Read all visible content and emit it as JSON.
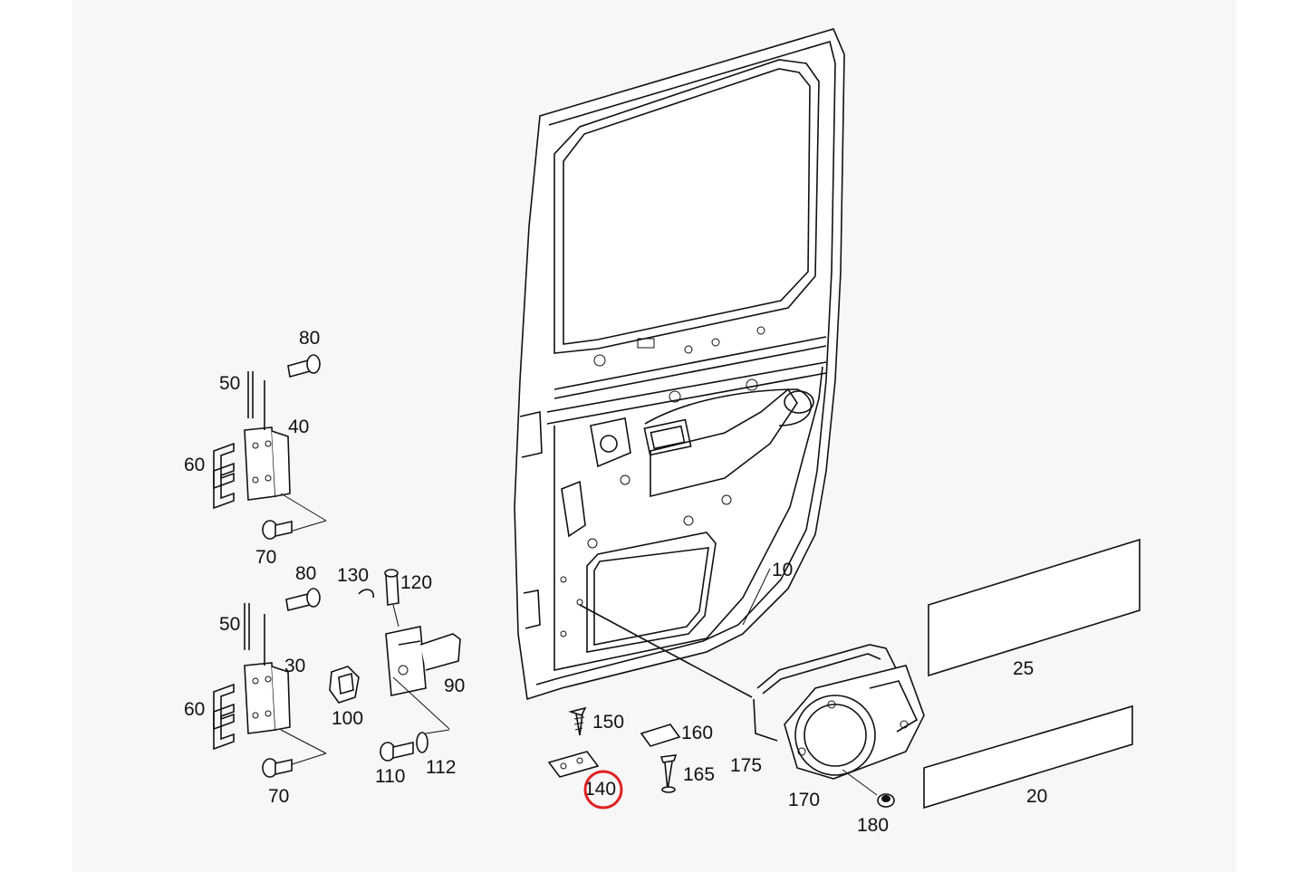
{
  "diagram": {
    "labels": {
      "p10": "10",
      "p20": "20",
      "p25": "25",
      "p30": "30",
      "p40": "40",
      "p50a": "50",
      "p50b": "50",
      "p60a": "60",
      "p60b": "60",
      "p70a": "70",
      "p70b": "70",
      "p80a": "80",
      "p80b": "80",
      "p90": "90",
      "p100": "100",
      "p110": "110",
      "p112": "112",
      "p120": "120",
      "p130": "130",
      "p140": "140",
      "p150": "150",
      "p160": "160",
      "p165": "165",
      "p170": "170",
      "p175": "175",
      "p180": "180"
    },
    "highlight_color": "#e02020"
  }
}
